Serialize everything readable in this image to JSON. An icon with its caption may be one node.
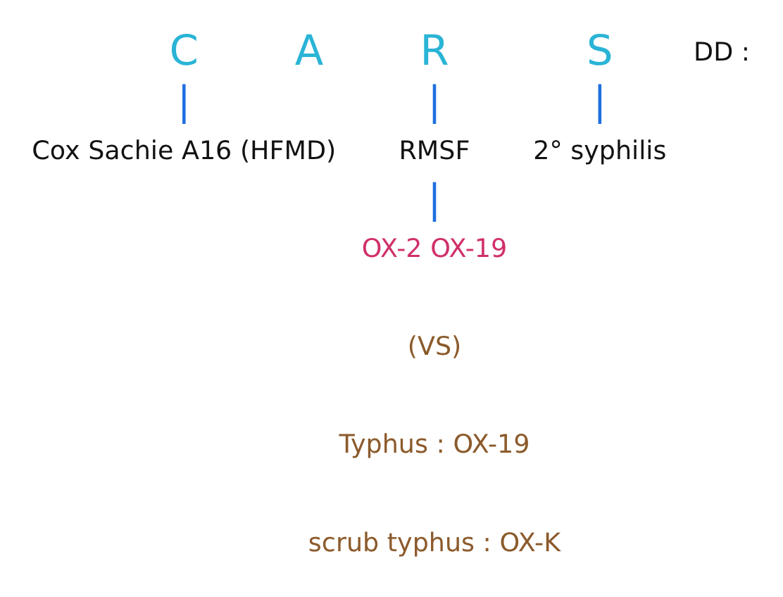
{
  "diagram": {
    "nodes": [
      {
        "text": [
          "C"
        ]
      },
      {
        "text": [
          "A"
        ]
      },
      {
        "text": [
          "R"
        ]
      },
      {
        "text": [
          "S"
        ]
      },
      {
        "text": [
          "Cox Sachie A16 (HFMD)"
        ]
      },
      {
        "text": [
          "RMSF"
        ]
      },
      {
        "text": [
          "2° syphilis"
        ]
      },
      {
        "text": [
          "OX-2 OX-19"
        ]
      }
    ],
    "edges": [
      {
        "from": 0,
        "to": 4,
        "arrow": "none"
      },
      {
        "from": 2,
        "to": 5,
        "arrow": "none"
      },
      {
        "from": 3,
        "to": 6,
        "arrow": "none"
      },
      {
        "from": 5,
        "to": 7,
        "arrow": "none"
      }
    ],
    "labels": [
      "DD :",
      "(VS)",
      "Typhus : OX-19",
      "scrub typhus : OX-K"
    ]
  }
}
